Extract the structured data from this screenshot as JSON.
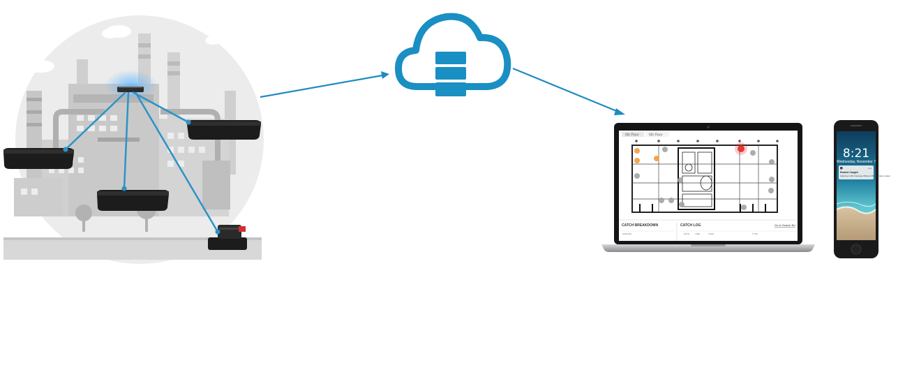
{
  "laptop": {
    "tabs": [
      "6th Floor",
      "5th Floor"
    ],
    "catch_breakdown_heading": "CATCH BREAKDOWN",
    "catch_log_heading": "CATCH LOG",
    "catch_log_link": "Go to Search Bd",
    "breakdown_column": "SPECIES",
    "log_columns": [
      "DATE",
      "TIME",
      "TRAP",
      "TYPE"
    ]
  },
  "phone": {
    "time": "8:21",
    "date": "Wednesday, November 7",
    "notification": {
      "title": "Rodent Caught",
      "time": "now",
      "body_line1": "Cafe Key in 6th Corporate Offices in Building has a rodent",
      "body_line2": ""
    }
  },
  "colors": {
    "accent": "#1a8fc3",
    "connection_line": "#2a93c8",
    "factory_gray": "#bdbdbd",
    "device_black": "#1c1c1c",
    "catch_alert": "#e53935",
    "trap_sensor_orange": "#f59a3c"
  },
  "icons": {
    "cloud": "cloud-server-icon",
    "gateway": "gateway-router-icon",
    "sensor": "monitoring-sensor-icon",
    "trap": "snap-trap-icon"
  }
}
